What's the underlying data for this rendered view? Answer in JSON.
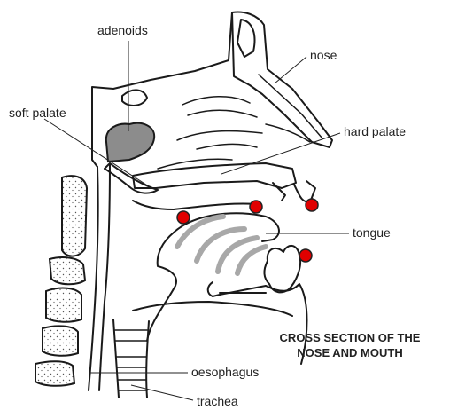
{
  "labels": {
    "adenoids": "adenoids",
    "nose": "nose",
    "soft_palate": "soft palate",
    "hard_palate": "hard palate",
    "tongue": "tongue",
    "oesophagus": "oesophagus",
    "trachea": "trachea"
  },
  "caption": {
    "line1": "CROSS SECTION OF THE",
    "line2": "NOSE AND MOUTH"
  },
  "colors": {
    "marker": "#e00000",
    "adenoid_fill": "#8c8c8c",
    "tongue_arcs": "#a8a8a8",
    "outline": "#1a1a1a"
  }
}
